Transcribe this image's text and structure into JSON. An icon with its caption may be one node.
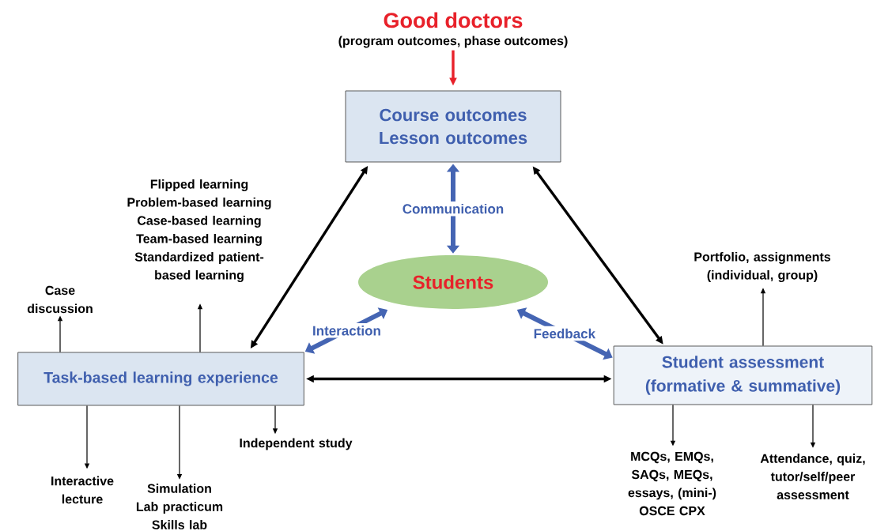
{
  "diagram": {
    "nodes": [
      {
        "text": [
          "Good doctors",
          "(program outcomes, phase outcomes)"
        ]
      },
      {
        "text": [
          "Course outcomes Lesson outcomes"
        ]
      },
      {
        "text": [
          "Students"
        ]
      },
      {
        "text": [
          "Task-based learning experience"
        ]
      },
      {
        "text": [
          "Student assessment (formative & summative)"
        ]
      },
      {
        "text": [
          "Flipped learning",
          "Problem-based learning",
          "Case-based learning",
          "Team-based learning",
          "Standardized patient-based learning"
        ]
      },
      {
        "text": [
          "Case discussion"
        ]
      },
      {
        "text": [
          "Interactive lecture"
        ]
      },
      {
        "text": [
          "Simulation",
          "Lab practicum",
          "Skills lab"
        ]
      },
      {
        "text": [
          "Independent study"
        ]
      },
      {
        "text": [
          "Portfolio, assignments (individual, group)"
        ]
      },
      {
        "text": [
          "MCQs, EMQs, SAQs, MEQs, essays, (mini-) OSCE CPX"
        ]
      },
      {
        "text": [
          "Attendance, quiz, tutor/self/peer assessment"
        ]
      }
    ],
    "edges": [
      {
        "from": 0,
        "to": 1,
        "arrow": "to",
        "style": "thick",
        "color": "#e8212a"
      },
      {
        "from": 3,
        "to": 1,
        "arrow": "both",
        "style": "thick"
      },
      {
        "from": 4,
        "to": 1,
        "arrow": "both",
        "style": "thick"
      },
      {
        "from": 3,
        "to": 4,
        "arrow": "both",
        "style": "thick"
      },
      {
        "from": 1,
        "to": 2,
        "arrow": "both",
        "label": "Communication",
        "style": "thick",
        "color": "#4565b3"
      },
      {
        "from": 2,
        "to": 3,
        "arrow": "both",
        "label": "Interaction",
        "style": "thick",
        "color": "#4565b3"
      },
      {
        "from": 2,
        "to": 4,
        "arrow": "both",
        "label": "Feedback",
        "style": "thick",
        "color": "#4565b3"
      },
      {
        "from": 3,
        "to": 6,
        "arrow": "to"
      },
      {
        "from": 3,
        "to": 5,
        "arrow": "to"
      },
      {
        "from": 3,
        "to": 7,
        "arrow": "to"
      },
      {
        "from": 3,
        "to": 8,
        "arrow": "to"
      },
      {
        "from": 3,
        "to": 9,
        "arrow": "to"
      },
      {
        "from": 4,
        "to": 10,
        "arrow": "to"
      },
      {
        "from": 4,
        "to": 11,
        "arrow": "to"
      },
      {
        "from": 4,
        "to": 12,
        "arrow": "to"
      }
    ]
  }
}
